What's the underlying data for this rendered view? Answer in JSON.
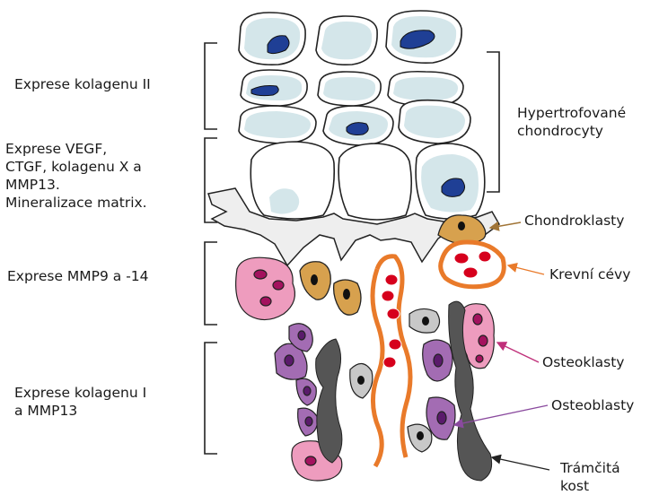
{
  "left_labels": [
    {
      "id": "collagen2",
      "text": "Exprese kolagenu II"
    },
    {
      "id": "vegf",
      "text": "Exprese VEGF,\nCTGF, kolagenu X a\nMMP13.\nMineralizace matrix."
    },
    {
      "id": "mmp9",
      "text": "Exprese MMP9 a -14"
    },
    {
      "id": "collagen1",
      "text": "Exprese kolagenu I\na MMP13"
    }
  ],
  "right_labels": [
    {
      "id": "hypertrophic",
      "text": "Hypertrofované\nchondrocyty"
    },
    {
      "id": "chondroclasts",
      "text": "Chondroklasty"
    },
    {
      "id": "vessels",
      "text": "Krevní cévy"
    },
    {
      "id": "osteoclasts",
      "text": "Osteoklasty"
    },
    {
      "id": "osteoblasts",
      "text": "Osteoblasty"
    },
    {
      "id": "bone",
      "text": "Trámčitá\nkost"
    }
  ],
  "colors": {
    "cell_fill": "#d4e6ea",
    "nucleus": "#1f3f95",
    "outline": "#222222",
    "chondroclast": "#d7a14e",
    "vessel": "#e97a2a",
    "red_cell": "#d6001c",
    "osteoclast": "#ee9cbe",
    "osteoclast_nucleus": "#a3125e",
    "osteoblast": "#a36cb3",
    "osteoblast_nucleus": "#5a1a6b",
    "bone": "#555555",
    "grey_cell": "#c8c8c8",
    "arrow_chondroclast": "#a07436",
    "arrow_vessel": "#e97a2a",
    "arrow_osteoclast": "#c0307a",
    "arrow_osteoblast": "#8a4a9e",
    "arrow_bone": "#222222"
  }
}
